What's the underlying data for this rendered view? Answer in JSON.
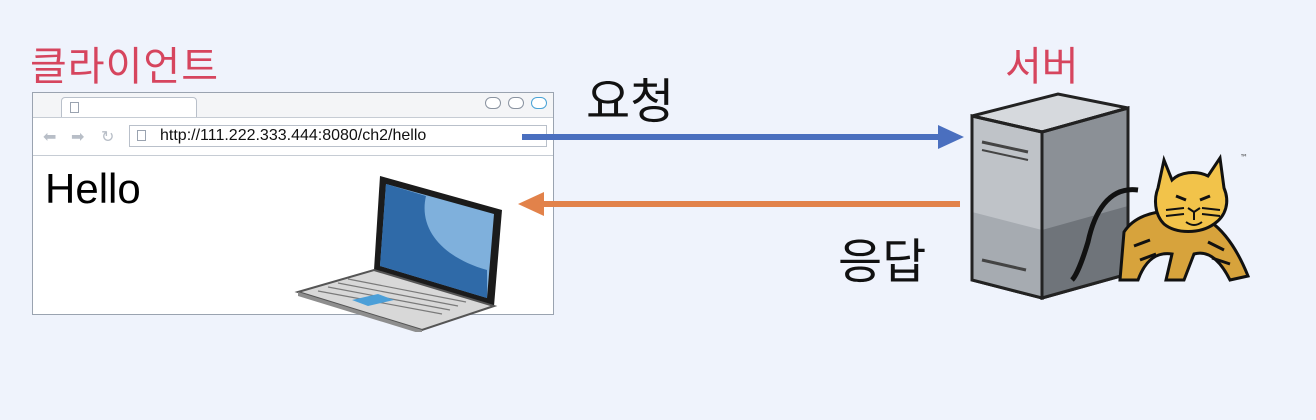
{
  "labels": {
    "client": "클라이언트",
    "server": "서버",
    "request": "요청",
    "response": "응답"
  },
  "browser": {
    "url": "http://111.222.333.444:8080/ch2/hello",
    "page_text": "Hello"
  },
  "icons": [
    "back-icon",
    "forward-icon",
    "reload-icon",
    "laptop-icon",
    "server-icon",
    "tomcat-logo-icon"
  ],
  "colors": {
    "label_accent": "#d6455e",
    "request_arrow": "#4a6fbf",
    "response_arrow": "#e2824a",
    "background": "#eff3fc"
  }
}
